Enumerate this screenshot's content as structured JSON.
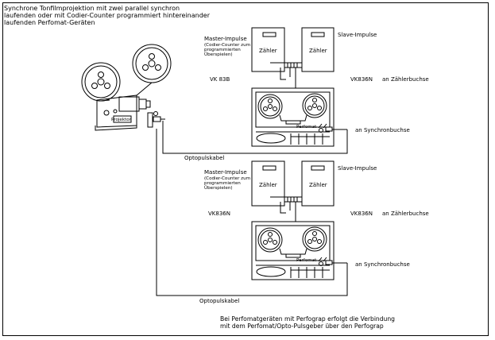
{
  "title_lines": [
    "Synchrone Tonfilmprojektion mit zwei parallel synchron",
    "laufenden oder mit Codier-Counter programmiert hintereinander",
    "laufenden Perfomat-Geräten"
  ],
  "projector_label": "Projektor",
  "units": [
    {
      "master_lines": [
        "Master-Impulse",
        "(Codier-Counter zum",
        "programmierten",
        "Überspielen)"
      ],
      "slave_label": "Slave-Impulse",
      "counter_left": "Zähler",
      "counter_right": "Zähler",
      "vk_left": "VK 83B",
      "vk_right": "VK836N",
      "counter_socket": "an Zählerbuchse",
      "sync_socket": "an Synchronbuchse",
      "deck_label": "Perfomat",
      "cable": "Optopulskabel"
    },
    {
      "master_lines": [
        "Master-Impulse",
        "(Codier-Counter zum",
        "programmierten",
        "Überspielen)"
      ],
      "slave_label": "Slave-Impulse",
      "counter_left": "Zähler",
      "counter_right": "Zähler",
      "vk_left": "VK836N",
      "vk_right": "VK836N",
      "counter_socket": "an Zählerbuchse",
      "sync_socket": "an Synchronbuchse",
      "deck_label": "Perfomat",
      "cable": "Optopulskabel"
    }
  ],
  "footer_lines": [
    "Bei Perfomatgeräten mit Perfograp erfolgt die Verbindung",
    "mit dem Perfomat/Opto-Pulsgeber über den Perfograp"
  ]
}
